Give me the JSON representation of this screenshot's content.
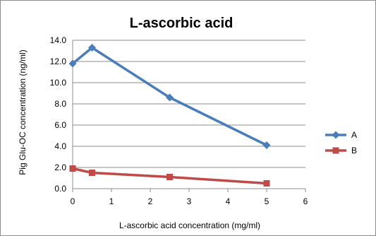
{
  "chart_data": {
    "type": "line",
    "title": "L-ascorbic acid",
    "xlabel": "L-ascorbic acid concentration (mg/ml)",
    "ylabel": "Pig Glu-OC concentration (ng/ml)",
    "xlim": [
      0,
      6
    ],
    "ylim": [
      0,
      14
    ],
    "xticks": [
      0,
      1,
      2,
      3,
      4,
      5,
      6
    ],
    "yticks": [
      0,
      2,
      4,
      6,
      8,
      10,
      12,
      14
    ],
    "xtick_labels": [
      "0",
      "1",
      "2",
      "3",
      "4",
      "5",
      "6"
    ],
    "ytick_labels": [
      "0.0",
      "2.0",
      "4.0",
      "6.0",
      "8.0",
      "10.0",
      "12.0",
      "14.0"
    ],
    "grid": "horizontal",
    "legend_position": "right",
    "series": [
      {
        "name": "A",
        "color": "#4a7ebb",
        "marker": "diamond",
        "x": [
          0,
          0.5,
          2.5,
          5
        ],
        "y": [
          11.8,
          13.3,
          8.6,
          4.1
        ]
      },
      {
        "name": "B",
        "color": "#be4b48",
        "marker": "square",
        "x": [
          0,
          0.5,
          2.5,
          5
        ],
        "y": [
          1.9,
          1.5,
          1.1,
          0.5
        ]
      }
    ]
  }
}
